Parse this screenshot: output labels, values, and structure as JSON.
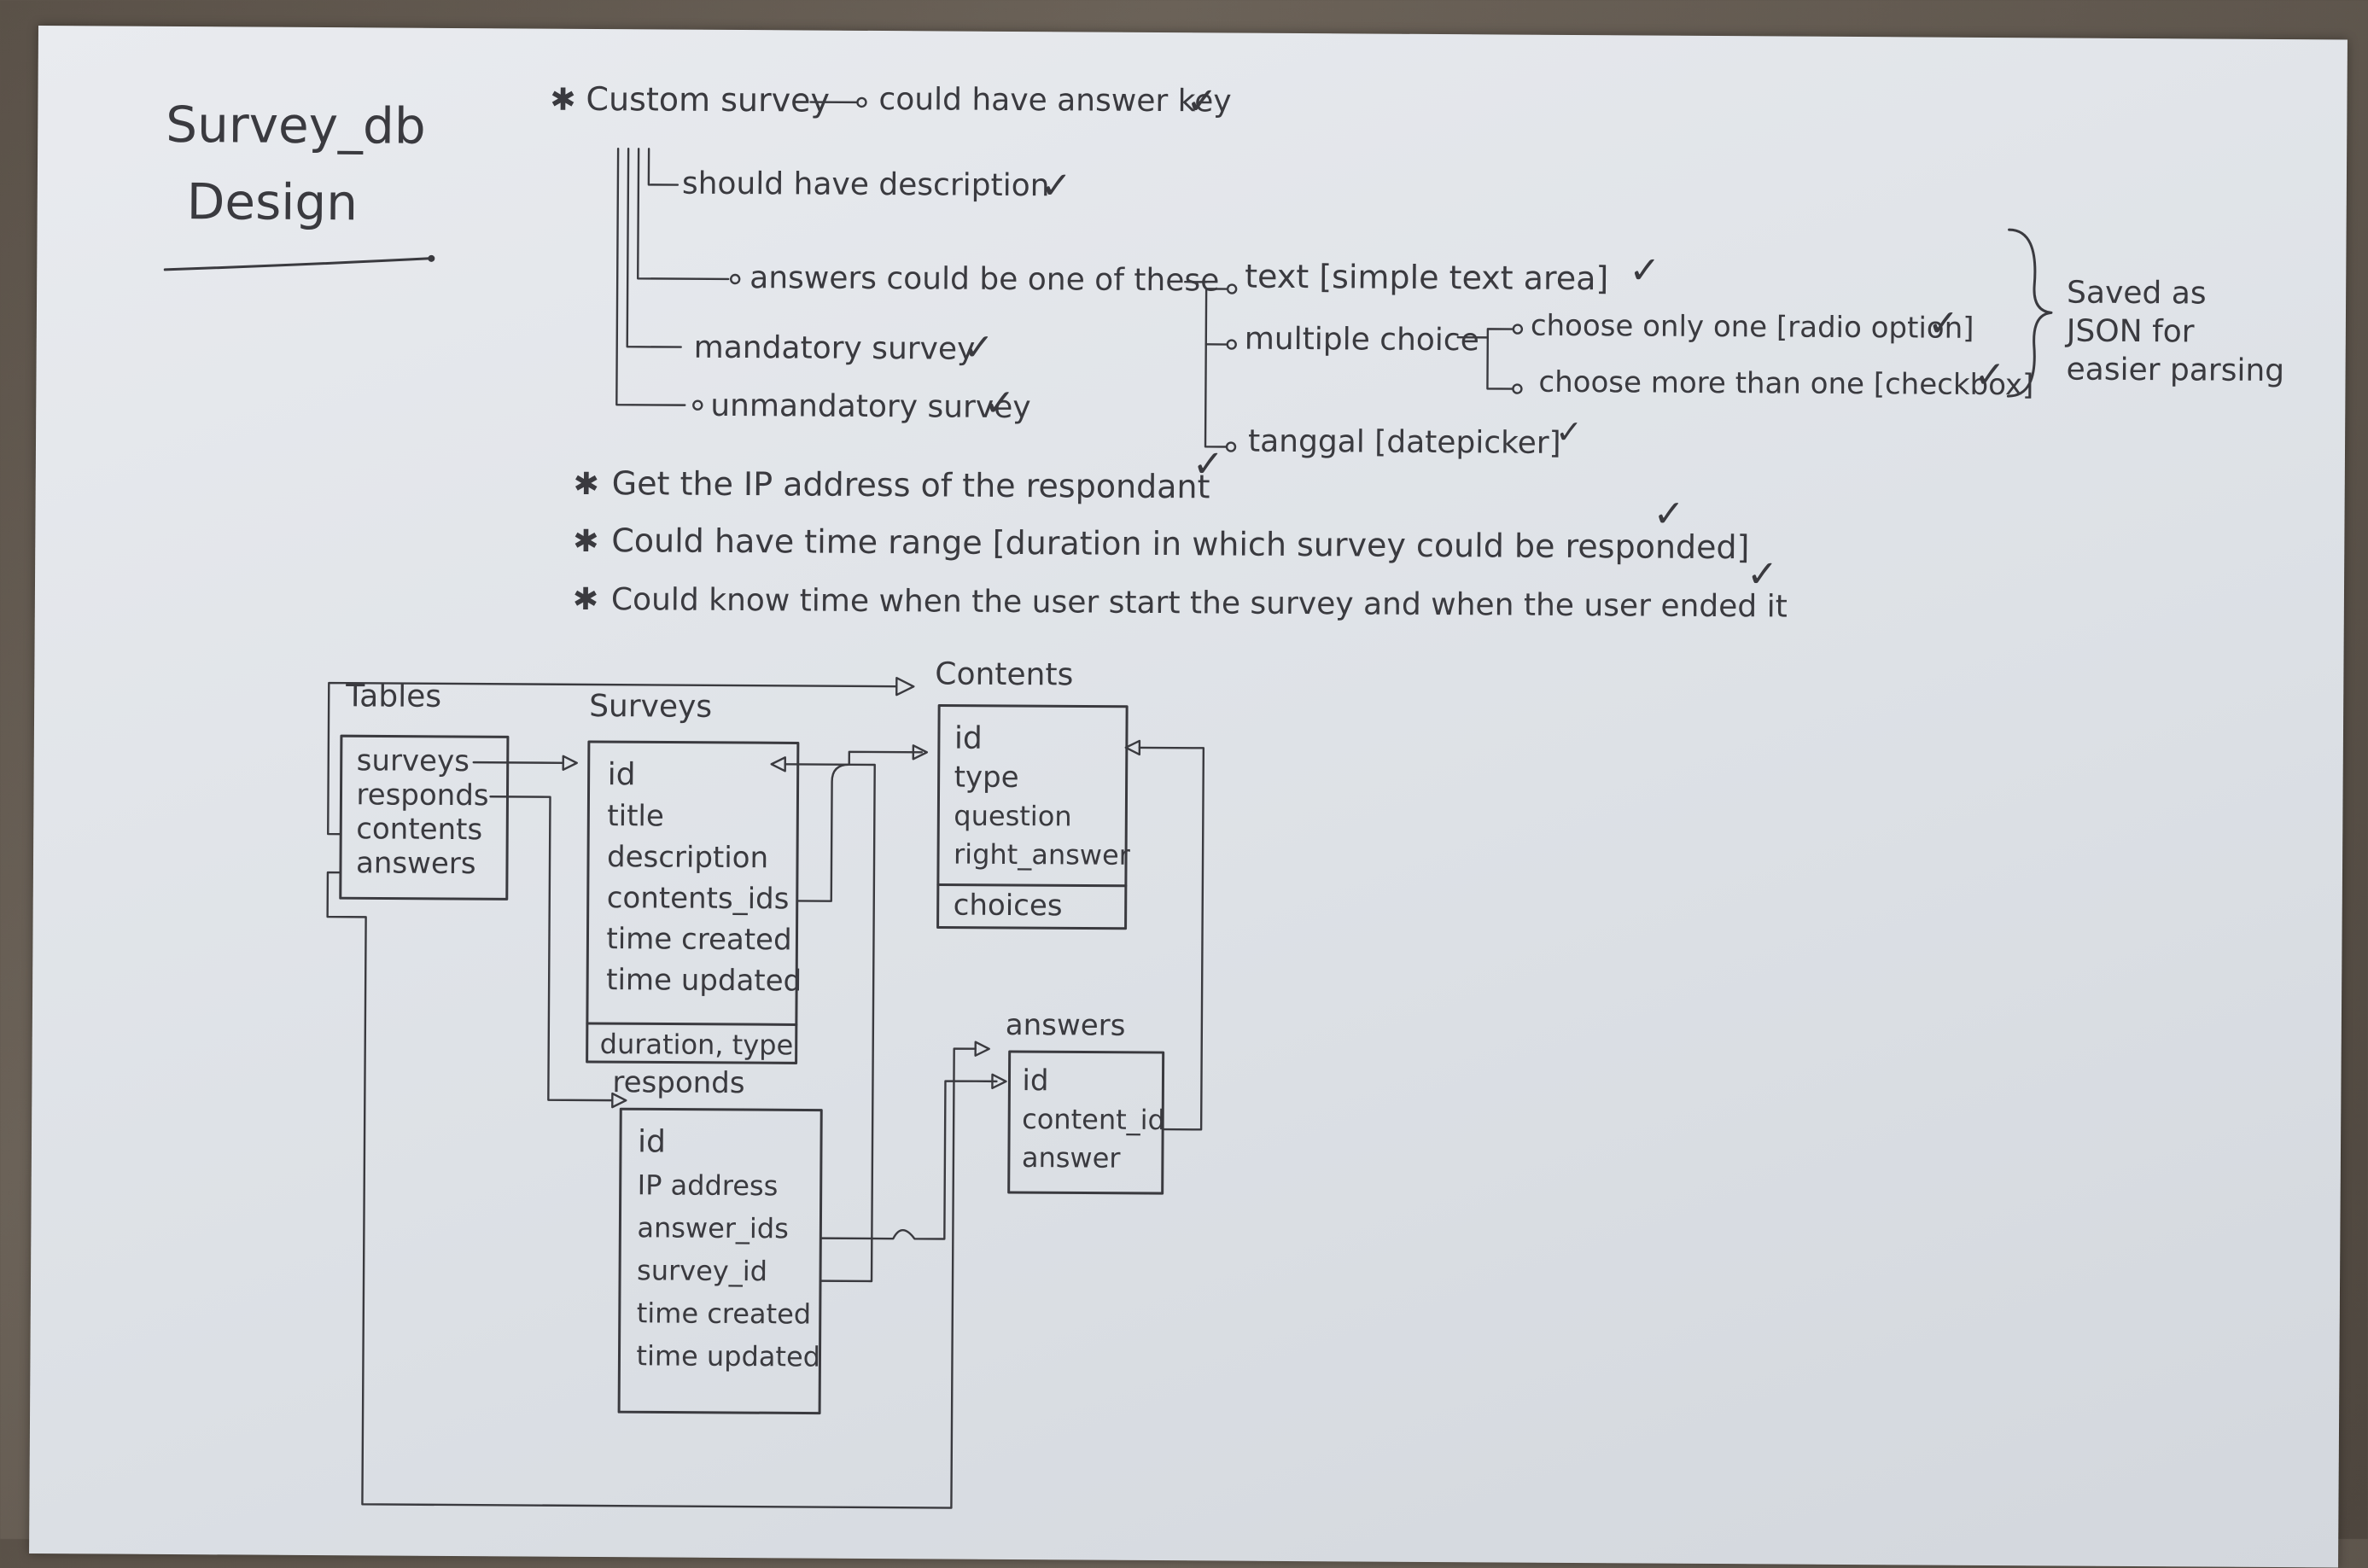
{
  "title": {
    "line1": "Survey_db",
    "line2": "Design"
  },
  "notes": {
    "custom_survey": "Custom survey",
    "answer_key": "could have answer key",
    "description": "should have description",
    "answers_one_of": "answers could be one of these",
    "mandatory": "mandatory survey",
    "unmandatory": "unmandatory survey",
    "text_type": "text [simple text area]",
    "multiple_choice": "multiple choice",
    "choose_one": "choose only one [radio option]",
    "choose_more": "choose more than one [checkbox]",
    "tanggal": "tanggal [datepicker]",
    "saved_line1": "Saved as",
    "saved_line2": "JSON for",
    "saved_line3": "easier parsing",
    "ip_note": "Get the IP address of the respondant",
    "time_range_note": "Could have time range [duration in which survey could be responded]",
    "time_know_note": "Could know time when the user start the survey and when the user ended it",
    "bullet": "✱",
    "check": "✓"
  },
  "tables": {
    "index": {
      "title": "Tables",
      "rows": [
        "surveys",
        "responds",
        "contents",
        "answers"
      ]
    },
    "surveys": {
      "title": "Surveys",
      "fields": [
        "id",
        "title",
        "description",
        "contents_ids",
        "time created",
        "time updated"
      ],
      "footer": "duration, type"
    },
    "contents": {
      "title": "Contents",
      "fields": [
        "id",
        "type",
        "question",
        "right_answer"
      ],
      "footer": "choices"
    },
    "answers": {
      "title": "answers",
      "fields": [
        "id",
        "content_id",
        "answer"
      ]
    },
    "responds": {
      "title": "responds",
      "fields": [
        "id",
        "IP address",
        "answer_ids",
        "survey_id",
        "time created",
        "time updated"
      ]
    }
  },
  "colors": {
    "ink": "#3a3a3f",
    "paper": "#e3e6ea",
    "background": "#5a5148"
  }
}
